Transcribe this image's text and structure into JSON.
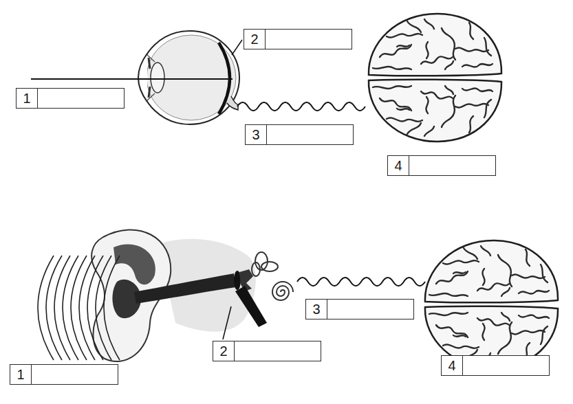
{
  "diagram": {
    "nodes": [
      {
        "text": [
          "1"
        ]
      },
      {
        "text": [
          "2"
        ]
      },
      {
        "text": [
          "3"
        ]
      },
      {
        "text": [
          "4"
        ]
      },
      {
        "text": [
          "1"
        ]
      },
      {
        "text": [
          "2"
        ]
      },
      {
        "text": [
          "3"
        ]
      },
      {
        "text": [
          "4"
        ]
      }
    ]
  }
}
